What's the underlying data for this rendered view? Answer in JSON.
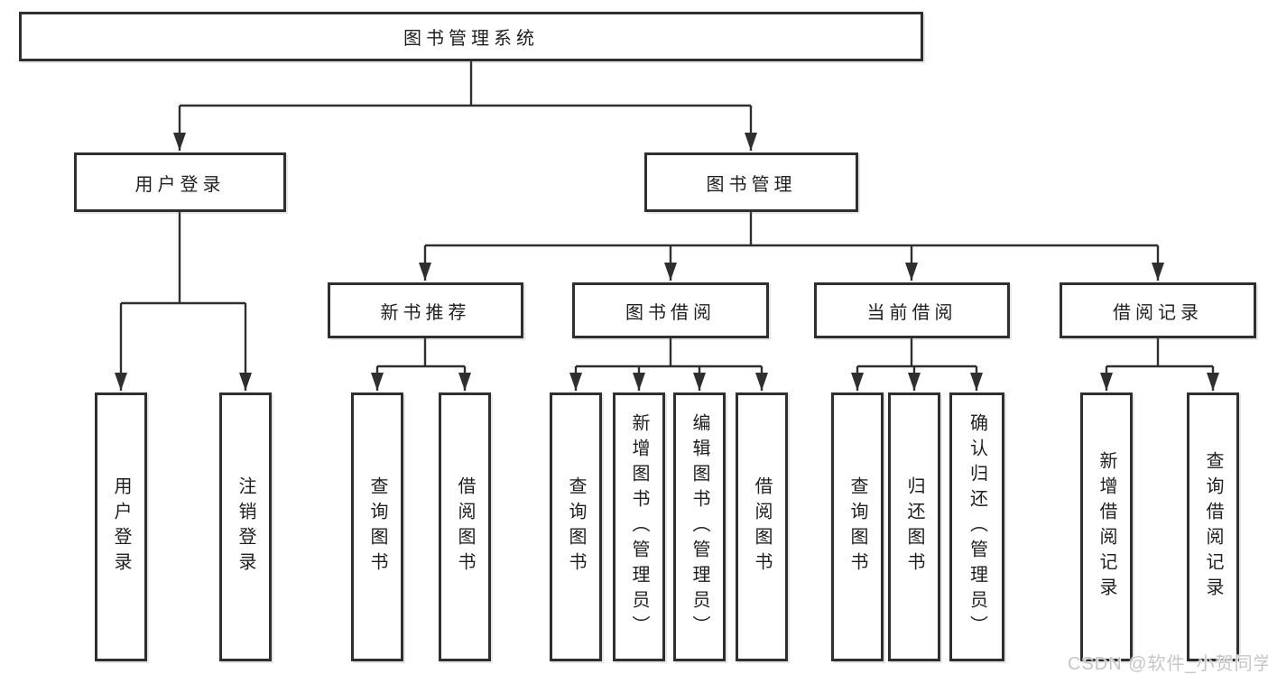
{
  "diagram": {
    "root": {
      "label": "图书管理系统"
    },
    "level2": {
      "user_login": {
        "label": "用户登录"
      },
      "book_management": {
        "label": "图书管理"
      }
    },
    "level3": {
      "new_book_recommend": {
        "label": "新书推荐"
      },
      "book_borrow": {
        "label": "图书借阅"
      },
      "current_borrow": {
        "label": "当前借阅"
      },
      "borrow_records": {
        "label": "借阅记录"
      }
    },
    "leaves": {
      "user_login": [
        {
          "label": "用户登录"
        },
        {
          "label": "注销登录"
        }
      ],
      "new_book_recommend": [
        {
          "label": "查询图书"
        },
        {
          "label": "借阅图书"
        }
      ],
      "book_borrow": [
        {
          "label": "查询图书"
        },
        {
          "label": "新增图书（管理员）"
        },
        {
          "label": "编辑图书（管理员）"
        },
        {
          "label": "借阅图书"
        }
      ],
      "current_borrow": [
        {
          "label": "查询图书"
        },
        {
          "label": "归还图书"
        },
        {
          "label": "确认归还（管理员）"
        }
      ],
      "borrow_records": [
        {
          "label": "新增借阅记录"
        },
        {
          "label": "查询借阅记录"
        }
      ]
    },
    "colors": {
      "line": "#2f2f2f",
      "border": "#2f2f2f",
      "text": "#1f1f1f",
      "watermark": "#c6c6c6"
    }
  },
  "watermark": {
    "text": "CSDN @软件_小贺同学"
  }
}
